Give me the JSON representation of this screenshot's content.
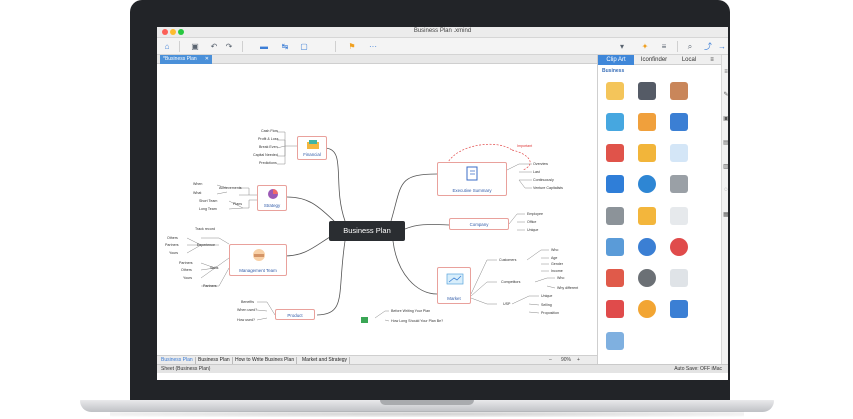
{
  "window": {
    "title": "Business Plan .xmind"
  },
  "tab": {
    "label": "*Business Plan",
    "close": "✕"
  },
  "toolbar": {
    "home": "⌂",
    "save": "▣",
    "undo": "↶",
    "redo": "↷",
    "topic": "▬",
    "relationship": "↹",
    "boundary": "▢",
    "marker": "⚑",
    "more": "···",
    "style": "▾",
    "idea": "✦",
    "format": "≡",
    "search": "⌕",
    "share": "⤴",
    "export": "→"
  },
  "mindmap": {
    "central": "Business Plan",
    "financial": {
      "label": "Financial",
      "items": [
        "Cash Flow",
        "Profit & Loss",
        "Break Even",
        "Capital Needed",
        "Predictions"
      ]
    },
    "strategy": {
      "label": "Strategy",
      "items": [
        "When",
        "What",
        "Achievements",
        "Short Team",
        "Long Team",
        "Plans"
      ]
    },
    "management": {
      "label": "Management Team",
      "items": [
        "Track record",
        "Others",
        "Partners",
        "Yours",
        "Experience",
        "Partners",
        "Others",
        "Yours",
        "Skills",
        "Partners"
      ]
    },
    "product": {
      "label": "Product",
      "items": [
        "Benefits",
        "When used?",
        "How used?"
      ]
    },
    "exec": {
      "label": "Executive Summary",
      "items": [
        "Overview",
        "Last",
        "Continuously",
        "Venture Capitalists"
      ],
      "note": "Important"
    },
    "company": {
      "label": "Company",
      "items": [
        "Employee",
        "Office",
        "Unique"
      ]
    },
    "market": {
      "label": "Market",
      "groups": [
        "Customers",
        "Competitors",
        "USP"
      ],
      "customers": [
        "Who",
        "Age",
        "Gender",
        "Income"
      ],
      "competitors": [
        "Who",
        "Why different"
      ],
      "usp": [
        "Unique",
        "Selling",
        "Proposition"
      ]
    },
    "floating": [
      "Before Writing Your Plan",
      "How Long Should Your Plan Be?"
    ]
  },
  "sheets": [
    "Business Plan",
    "Business Plan",
    "How to Write Busines Plan",
    "Market and Strategy"
  ],
  "zoom": {
    "value": "90%",
    "minus": "–",
    "plus": "+"
  },
  "status": {
    "sheet": "Sheet (Business Plan)",
    "autosave": "Auto Save: OFF",
    "user": "iMac"
  },
  "panel": {
    "tabs": [
      "Clip Art",
      "Iconfinder",
      "Local"
    ],
    "category": "Business"
  },
  "colors": {
    "accent": "#3f87d9",
    "topic_border": "#e9a19c",
    "central_bg": "#2a2d31"
  }
}
